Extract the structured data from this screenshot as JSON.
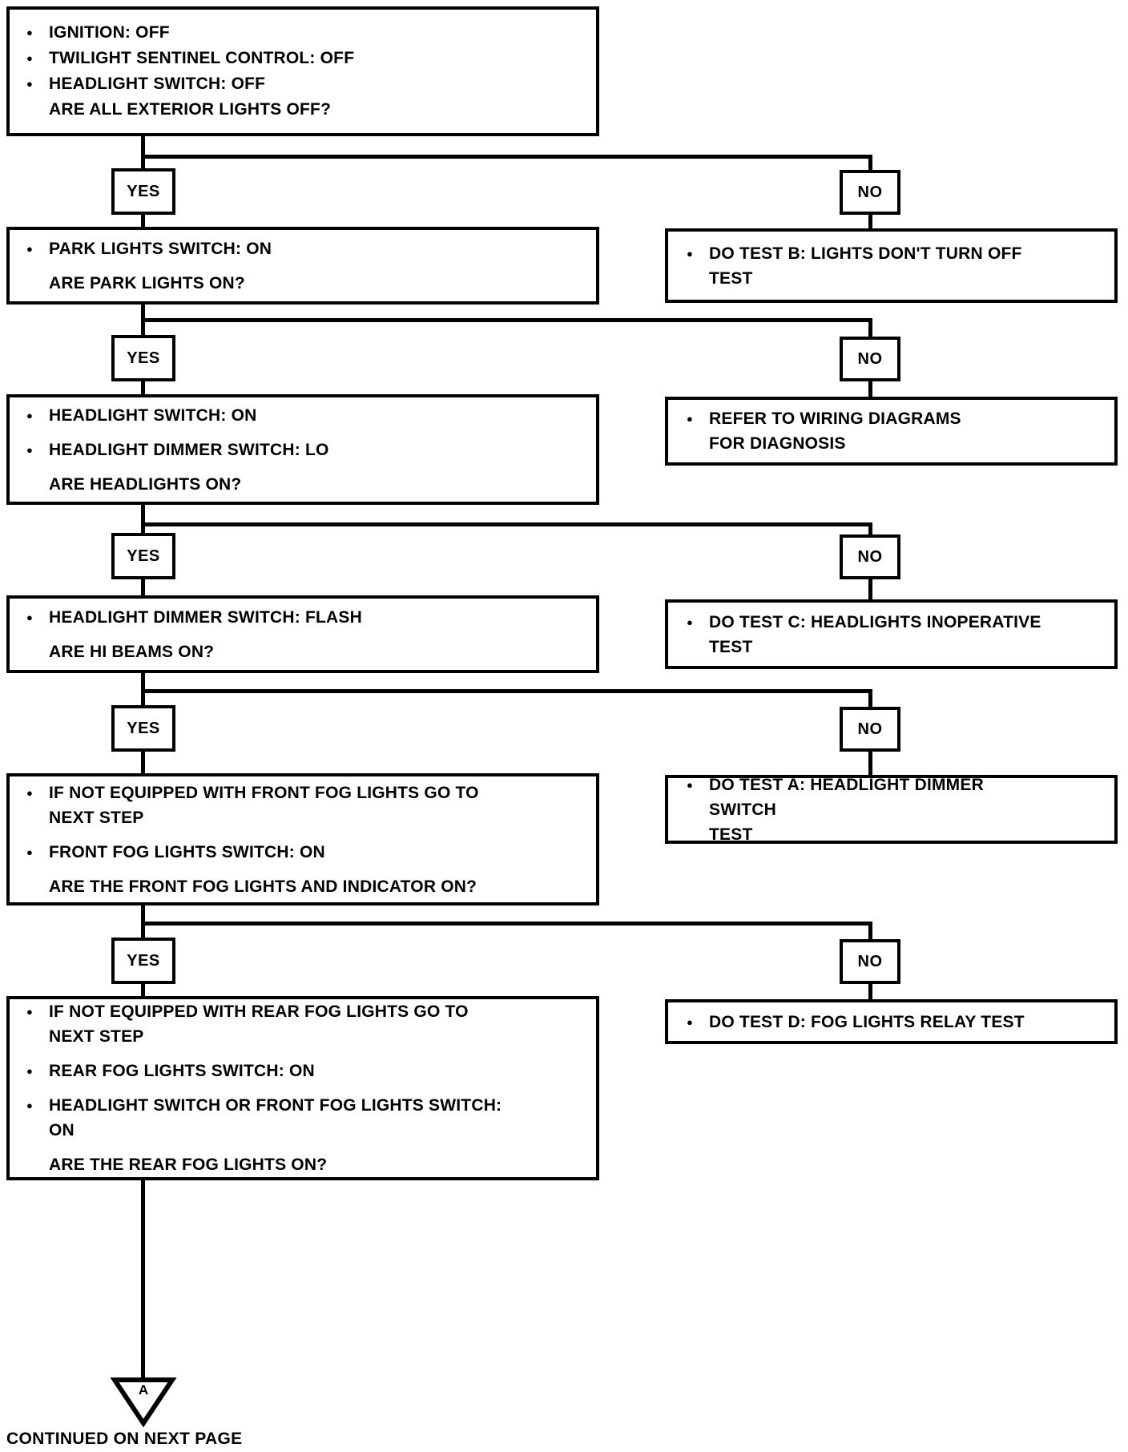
{
  "labels": {
    "yes": "YES",
    "no": "NO",
    "connector_a": "A",
    "continued": "CONTINUED ON NEXT PAGE",
    "bullet": "●"
  },
  "colors": {
    "ink": "#000000",
    "paper": "#ffffff"
  },
  "boxes": {
    "q1": {
      "lines": [
        {
          "bullet": true,
          "text": "IGNITION: OFF"
        },
        {
          "bullet": true,
          "text": "TWILIGHT SENTINEL CONTROL: OFF"
        },
        {
          "bullet": true,
          "text": "HEADLIGHT SWITCH: OFF"
        },
        {
          "bullet": false,
          "text": "ARE ALL EXTERIOR LIGHTS OFF?"
        }
      ]
    },
    "q2": {
      "lines": [
        {
          "bullet": true,
          "text": "PARK LIGHTS SWITCH: ON"
        },
        {
          "bullet": false,
          "text": "ARE PARK LIGHTS ON?"
        }
      ]
    },
    "q3": {
      "lines": [
        {
          "bullet": true,
          "text": "HEADLIGHT SWITCH: ON"
        },
        {
          "bullet": true,
          "text": "HEADLIGHT DIMMER SWITCH: LO"
        },
        {
          "bullet": false,
          "text": "ARE HEADLIGHTS ON?"
        }
      ]
    },
    "q4": {
      "lines": [
        {
          "bullet": true,
          "text": "HEADLIGHT DIMMER SWITCH: FLASH"
        },
        {
          "bullet": false,
          "text": "ARE HI BEAMS ON?"
        }
      ]
    },
    "q5": {
      "lines": [
        {
          "bullet": true,
          "text": "IF NOT EQUIPPED WITH FRONT FOG LIGHTS GO TO\nNEXT STEP"
        },
        {
          "bullet": true,
          "text": "FRONT FOG LIGHTS SWITCH: ON"
        },
        {
          "bullet": false,
          "text": "ARE THE FRONT FOG LIGHTS AND INDICATOR ON?"
        }
      ]
    },
    "q6": {
      "lines": [
        {
          "bullet": true,
          "text": "IF NOT EQUIPPED WITH REAR FOG LIGHTS GO TO\nNEXT STEP"
        },
        {
          "bullet": true,
          "text": "REAR FOG LIGHTS SWITCH: ON"
        },
        {
          "bullet": true,
          "text": "HEADLIGHT SWITCH OR FRONT FOG LIGHTS SWITCH:\nON"
        },
        {
          "bullet": false,
          "text": "ARE THE REAR FOG LIGHTS ON?"
        }
      ]
    },
    "a1": {
      "lines": [
        {
          "bullet": true,
          "text": "DO TEST B: LIGHTS DON'T TURN OFF\nTEST"
        }
      ]
    },
    "a2": {
      "lines": [
        {
          "bullet": true,
          "text": "REFER TO WIRING DIAGRAMS\nFOR DIAGNOSIS"
        }
      ]
    },
    "a3": {
      "lines": [
        {
          "bullet": true,
          "text": "DO TEST C: HEADLIGHTS INOPERATIVE\nTEST"
        }
      ]
    },
    "a4": {
      "lines": [
        {
          "bullet": true,
          "text": "DO TEST A: HEADLIGHT DIMMER SWITCH\nTEST"
        }
      ]
    },
    "a5": {
      "lines": [
        {
          "bullet": true,
          "text": "DO TEST D: FOG LIGHTS RELAY TEST"
        }
      ]
    }
  }
}
